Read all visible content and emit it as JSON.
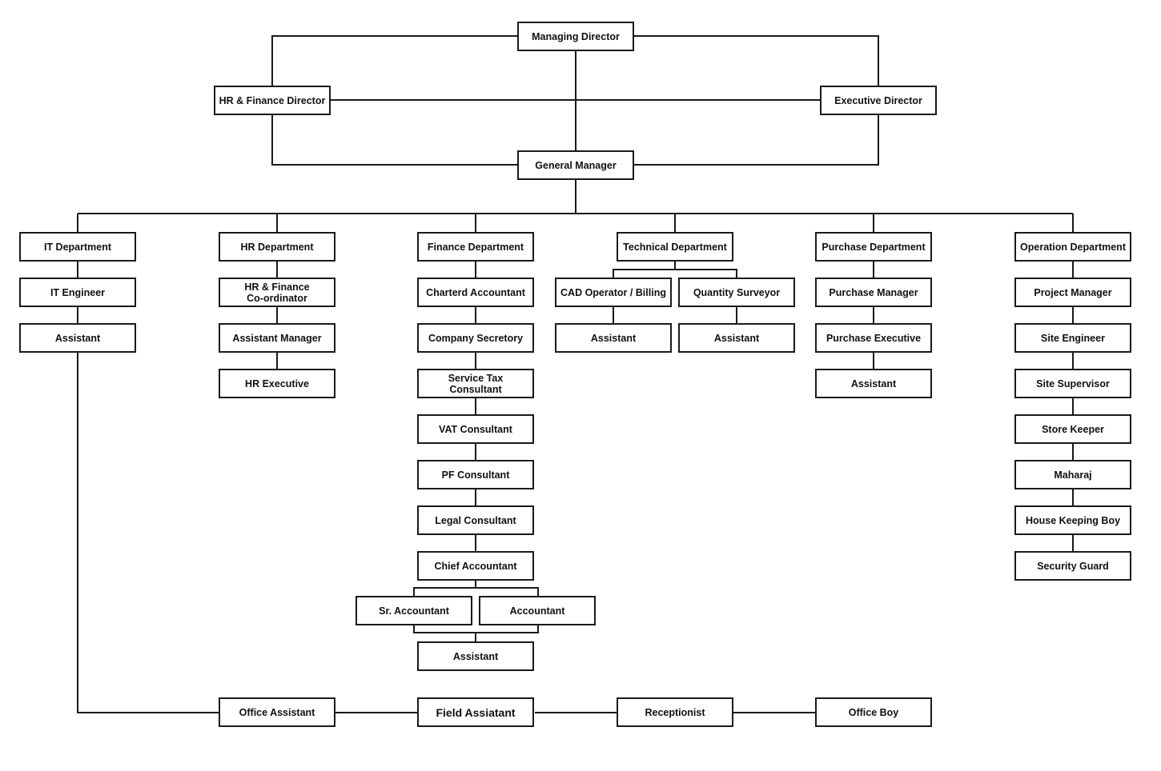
{
  "org": {
    "md": "Managing Director",
    "hrfd": "HR & Finance Director",
    "ed": "Executive Director",
    "gm": "General Manager",
    "it_dept": "IT Department",
    "it_engineer": "IT Engineer",
    "it_assistant": "Assistant",
    "hr_dept": "HR Department",
    "hr_coord": "HR & Finance\nCo-ordinator",
    "hr_asst_mgr": "Assistant Manager",
    "hr_exec": "HR Executive",
    "fin_dept": "Finance Department",
    "ca": "Charterd Accountant",
    "cs": "Company Secretory",
    "stc": "Service Tax Consultant",
    "vat": "VAT Consultant",
    "pf": "PF Consultant",
    "legal": "Legal Consultant",
    "chief_acc": "Chief Accountant",
    "sr_acc": "Sr. Accountant",
    "acc": "Accountant",
    "fin_assistant": "Assistant",
    "tech_dept": "Technical Department",
    "cad": "CAD Operator / Billing",
    "qs": "Quantity Surveyor",
    "cad_assistant": "Assistant",
    "qs_assistant": "Assistant",
    "pur_dept": "Purchase Department",
    "pur_mgr": "Purchase Manager",
    "pur_exec": "Purchase Executive",
    "pur_assistant": "Assistant",
    "op_dept": "Operation Department",
    "pm": "Project Manager",
    "site_eng": "Site Engineer",
    "site_sup": "Site Supervisor",
    "store": "Store Keeper",
    "maharaj": "Maharaj",
    "housekeeping": "House Keeping Boy",
    "security": "Security Guard",
    "office_asst": "Office Assistant",
    "field_asst": "Field Assiatant",
    "receptionist": "Receptionist",
    "office_boy": "Office Boy"
  },
  "colors": {
    "line": "#1a1a1a",
    "box_border": "#1a1a1a",
    "background": "#ffffff"
  }
}
